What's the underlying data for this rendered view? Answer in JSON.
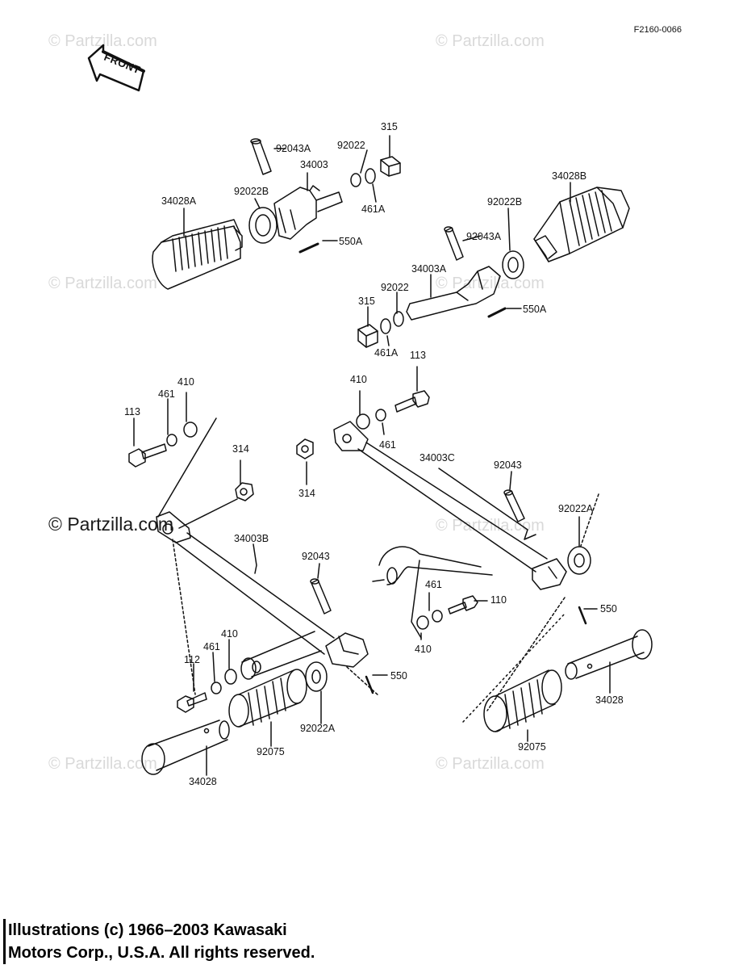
{
  "diagram_code": "F2160-0066",
  "front_badge": "FRONT",
  "watermarks": [
    "© Partzilla.com",
    "© Partzilla.com",
    "© Partzilla.com",
    "© Partzilla.com",
    "© Partzilla.com",
    "© Partzilla.com",
    "© Partzilla.com",
    "© Partzilla.com"
  ],
  "watermark_strong": "© Partzilla.com",
  "part_labels": {
    "p92043A_top": "92043A",
    "p92022_top": "92022",
    "p315_top": "315",
    "p34003": "34003",
    "p92022B_left": "92022B",
    "p34028A": "34028A",
    "p461A_top": "461A",
    "p550A_top": "550A",
    "p34028B": "34028B",
    "p92022B_right": "92022B",
    "p92043A_right": "92043A",
    "p34003A": "34003A",
    "p92022_mid": "92022",
    "p315_mid": "315",
    "p461A_mid": "461A",
    "p550A_right": "550A",
    "p113_right": "113",
    "p410_right": "410",
    "p461_right": "461",
    "p34003C": "34003C",
    "p92043_right": "92043",
    "p92022A_right": "92022A",
    "p461_lower": "461",
    "p110": "110",
    "p410_lower": "410",
    "p550_right": "550",
    "p34028_right": "34028",
    "p92075_right": "92075",
    "p113_left": "113",
    "p461_left": "461",
    "p410_left": "410",
    "p314_left": "314",
    "p314_center": "314",
    "p34003B": "34003B",
    "p92043_left": "92043",
    "p112": "112",
    "p461_low_left": "461",
    "p410_low_left": "410",
    "p550_left": "550",
    "p92022A_left": "92022A",
    "p92075_left": "92075",
    "p34028_left": "34028"
  },
  "copyright_line1": "Illustrations (c) 1966–2003 Kawasaki",
  "copyright_line2": "Motors Corp., U.S.A.  All rights reserved."
}
